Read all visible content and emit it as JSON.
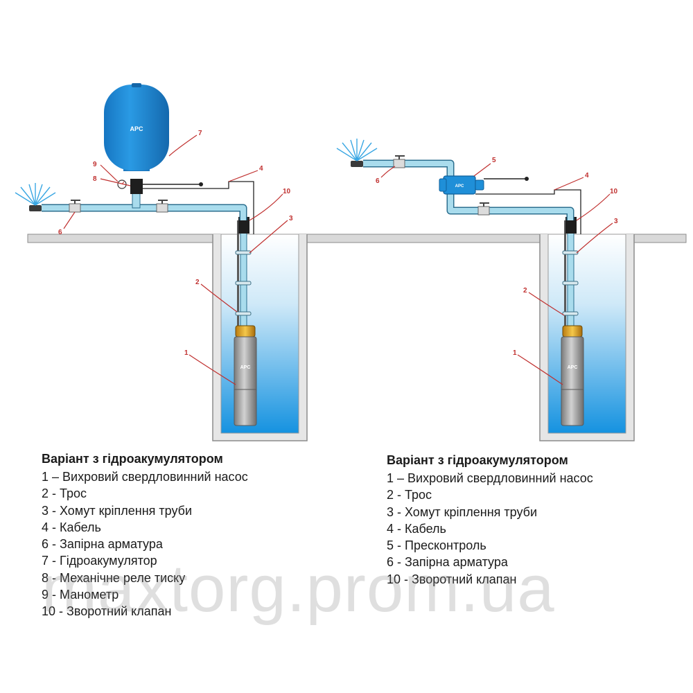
{
  "left": {
    "tank_brand": "APC",
    "pump_brand": "APC",
    "callouts": [
      "1",
      "2",
      "3",
      "4",
      "6",
      "7",
      "8",
      "9",
      "10"
    ],
    "legend_title": "Варіант з гідроакумулятором",
    "legend_items": [
      "1 – Вихровий свердловинний насос",
      "2 - Трос",
      "3 - Хомут кріплення труби",
      "4 - Кабель",
      "6 - Запірна арматура",
      "7 - Гідроакумулятор",
      "8 - Механічне реле тиску",
      "9 - Манометр",
      "10 - Зворотний клапан"
    ]
  },
  "right": {
    "press_brand": "APC",
    "pump_brand": "APC",
    "callouts": [
      "1",
      "2",
      "3",
      "4",
      "5",
      "6",
      "10"
    ],
    "legend_title": "Варіант з гідроакумулятором",
    "legend_items": [
      "1 – Вихровий свердловинний насос",
      "2 - Трос",
      "3 - Хомут кріплення труби",
      "4 - Кабель",
      "5 - Пресконтроль",
      "6 - Запірна арматура",
      "10 - Зворотний клапан"
    ]
  },
  "watermark": "maxtorg.prom.ua",
  "colors": {
    "pipe": "#a9dced",
    "pipe_stroke": "#2c6f8f",
    "tank": "#1f8fd8",
    "ground": "#d9d9d9",
    "ground_stroke": "#8c8c8c",
    "water_top": "#ffffff",
    "water_bottom": "#1592e0",
    "callout": "#c0302f",
    "pump_body": "#9e9e9e",
    "pump_head": "#e8a820"
  }
}
